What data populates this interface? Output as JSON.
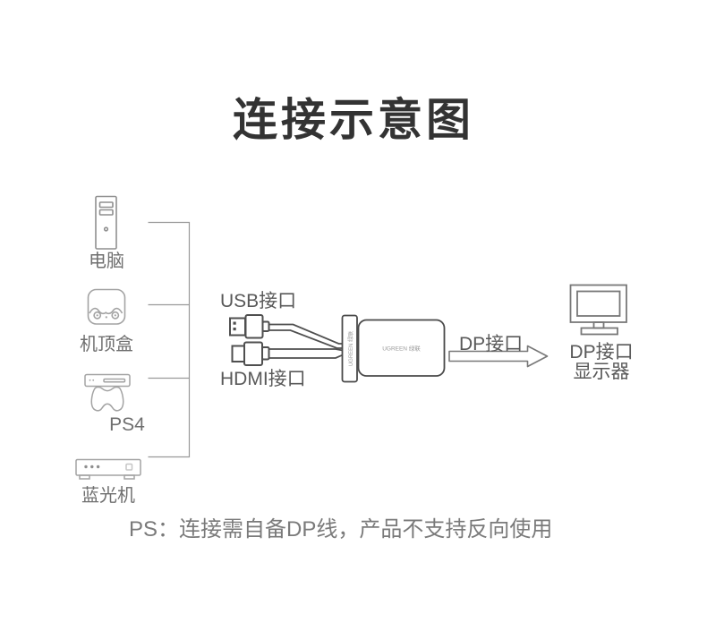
{
  "title": "连接示意图",
  "source_devices": [
    {
      "label": "电脑",
      "icon": "computer-tower-icon"
    },
    {
      "label": "机顶盒",
      "icon": "set-top-box-icon"
    },
    {
      "label": "PS4",
      "icon": "ps4-icon"
    },
    {
      "label": "蓝光机",
      "icon": "bluray-player-icon"
    }
  ],
  "connections": {
    "usb_label": "USB接口",
    "hdmi_label": "HDMI接口",
    "dp_label": "DP接口"
  },
  "adapter": {
    "brand": "UGREEN 绿联"
  },
  "display": {
    "label_line1": "DP接口",
    "label_line2": "显示器"
  },
  "note": "PS：连接需自备DP线，产品不支持反向使用",
  "colors": {
    "title": "#333333",
    "port_labels": "#595959",
    "device_labels": "#6f6f6f",
    "note": "#7a7a7a",
    "icon_light": "#a3a3a3",
    "icon_dark": "#4f4f4f",
    "bracket": "#999999"
  }
}
